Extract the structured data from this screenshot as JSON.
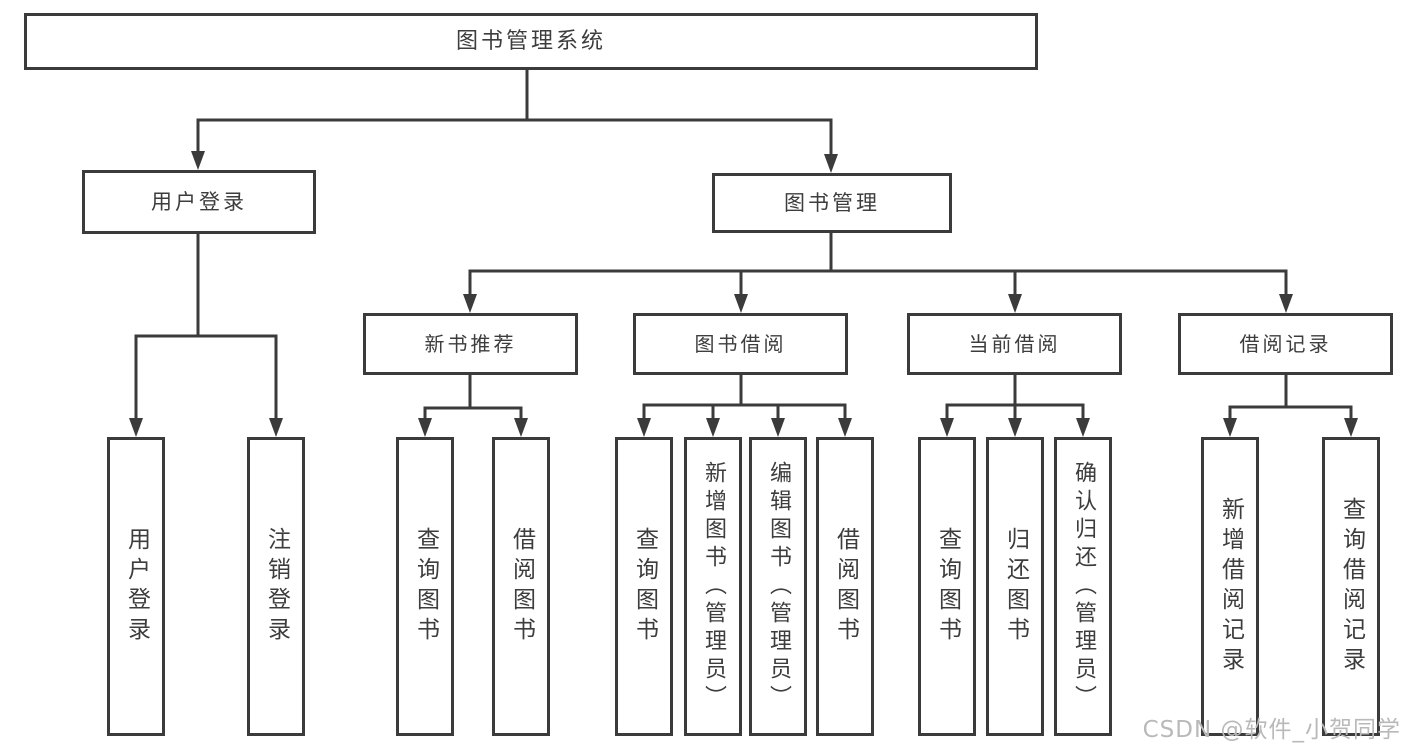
{
  "diagram": {
    "type": "hierarchy-tree",
    "nodes": {
      "root": {
        "label": "图书管理系统"
      },
      "user_login": {
        "label": "用户登录"
      },
      "book_management": {
        "label": "图书管理"
      },
      "new_book_recommend": {
        "label": "新书推荐"
      },
      "book_borrowing": {
        "label": "图书借阅"
      },
      "current_borrowing": {
        "label": "当前借阅"
      },
      "borrowing_records": {
        "label": "借阅记录"
      },
      "login_user": {
        "label": "用户登录"
      },
      "logout_user": {
        "label": "注销登录"
      },
      "query_books_recommend": {
        "label": "查询图书"
      },
      "borrow_books_recommend": {
        "label": "借阅图书"
      },
      "query_books_borrowing": {
        "label": "查询图书"
      },
      "add_books_admin": {
        "label": "新增图书（管理员）"
      },
      "edit_books_admin": {
        "label": "编辑图书（管理员）"
      },
      "borrow_books_borrowing": {
        "label": "借阅图书"
      },
      "query_books_current": {
        "label": "查询图书"
      },
      "return_books": {
        "label": "归还图书"
      },
      "confirm_return_admin": {
        "label": "确认归还（管理员）"
      },
      "add_borrow_record": {
        "label": "新增借阅记录"
      },
      "query_borrow_record": {
        "label": "查询借阅记录"
      }
    },
    "edges": [
      [
        "root",
        "user_login"
      ],
      [
        "root",
        "book_management"
      ],
      [
        "user_login",
        "login_user"
      ],
      [
        "user_login",
        "logout_user"
      ],
      [
        "book_management",
        "new_book_recommend"
      ],
      [
        "book_management",
        "book_borrowing"
      ],
      [
        "book_management",
        "current_borrowing"
      ],
      [
        "book_management",
        "borrowing_records"
      ],
      [
        "new_book_recommend",
        "query_books_recommend"
      ],
      [
        "new_book_recommend",
        "borrow_books_recommend"
      ],
      [
        "book_borrowing",
        "query_books_borrowing"
      ],
      [
        "book_borrowing",
        "add_books_admin"
      ],
      [
        "book_borrowing",
        "edit_books_admin"
      ],
      [
        "book_borrowing",
        "borrow_books_borrowing"
      ],
      [
        "current_borrowing",
        "query_books_current"
      ],
      [
        "current_borrowing",
        "return_books"
      ],
      [
        "current_borrowing",
        "confirm_return_admin"
      ],
      [
        "borrowing_records",
        "add_borrow_record"
      ],
      [
        "borrowing_records",
        "query_borrow_record"
      ]
    ],
    "colors": {
      "line": "#3b3b3b",
      "box_border": "#3b3b3b",
      "text": "#3d3d3d",
      "watermark": "#b9b9b9",
      "background": "#ffffff"
    }
  },
  "watermark": {
    "text": "CSDN @软件_小贺同学"
  }
}
